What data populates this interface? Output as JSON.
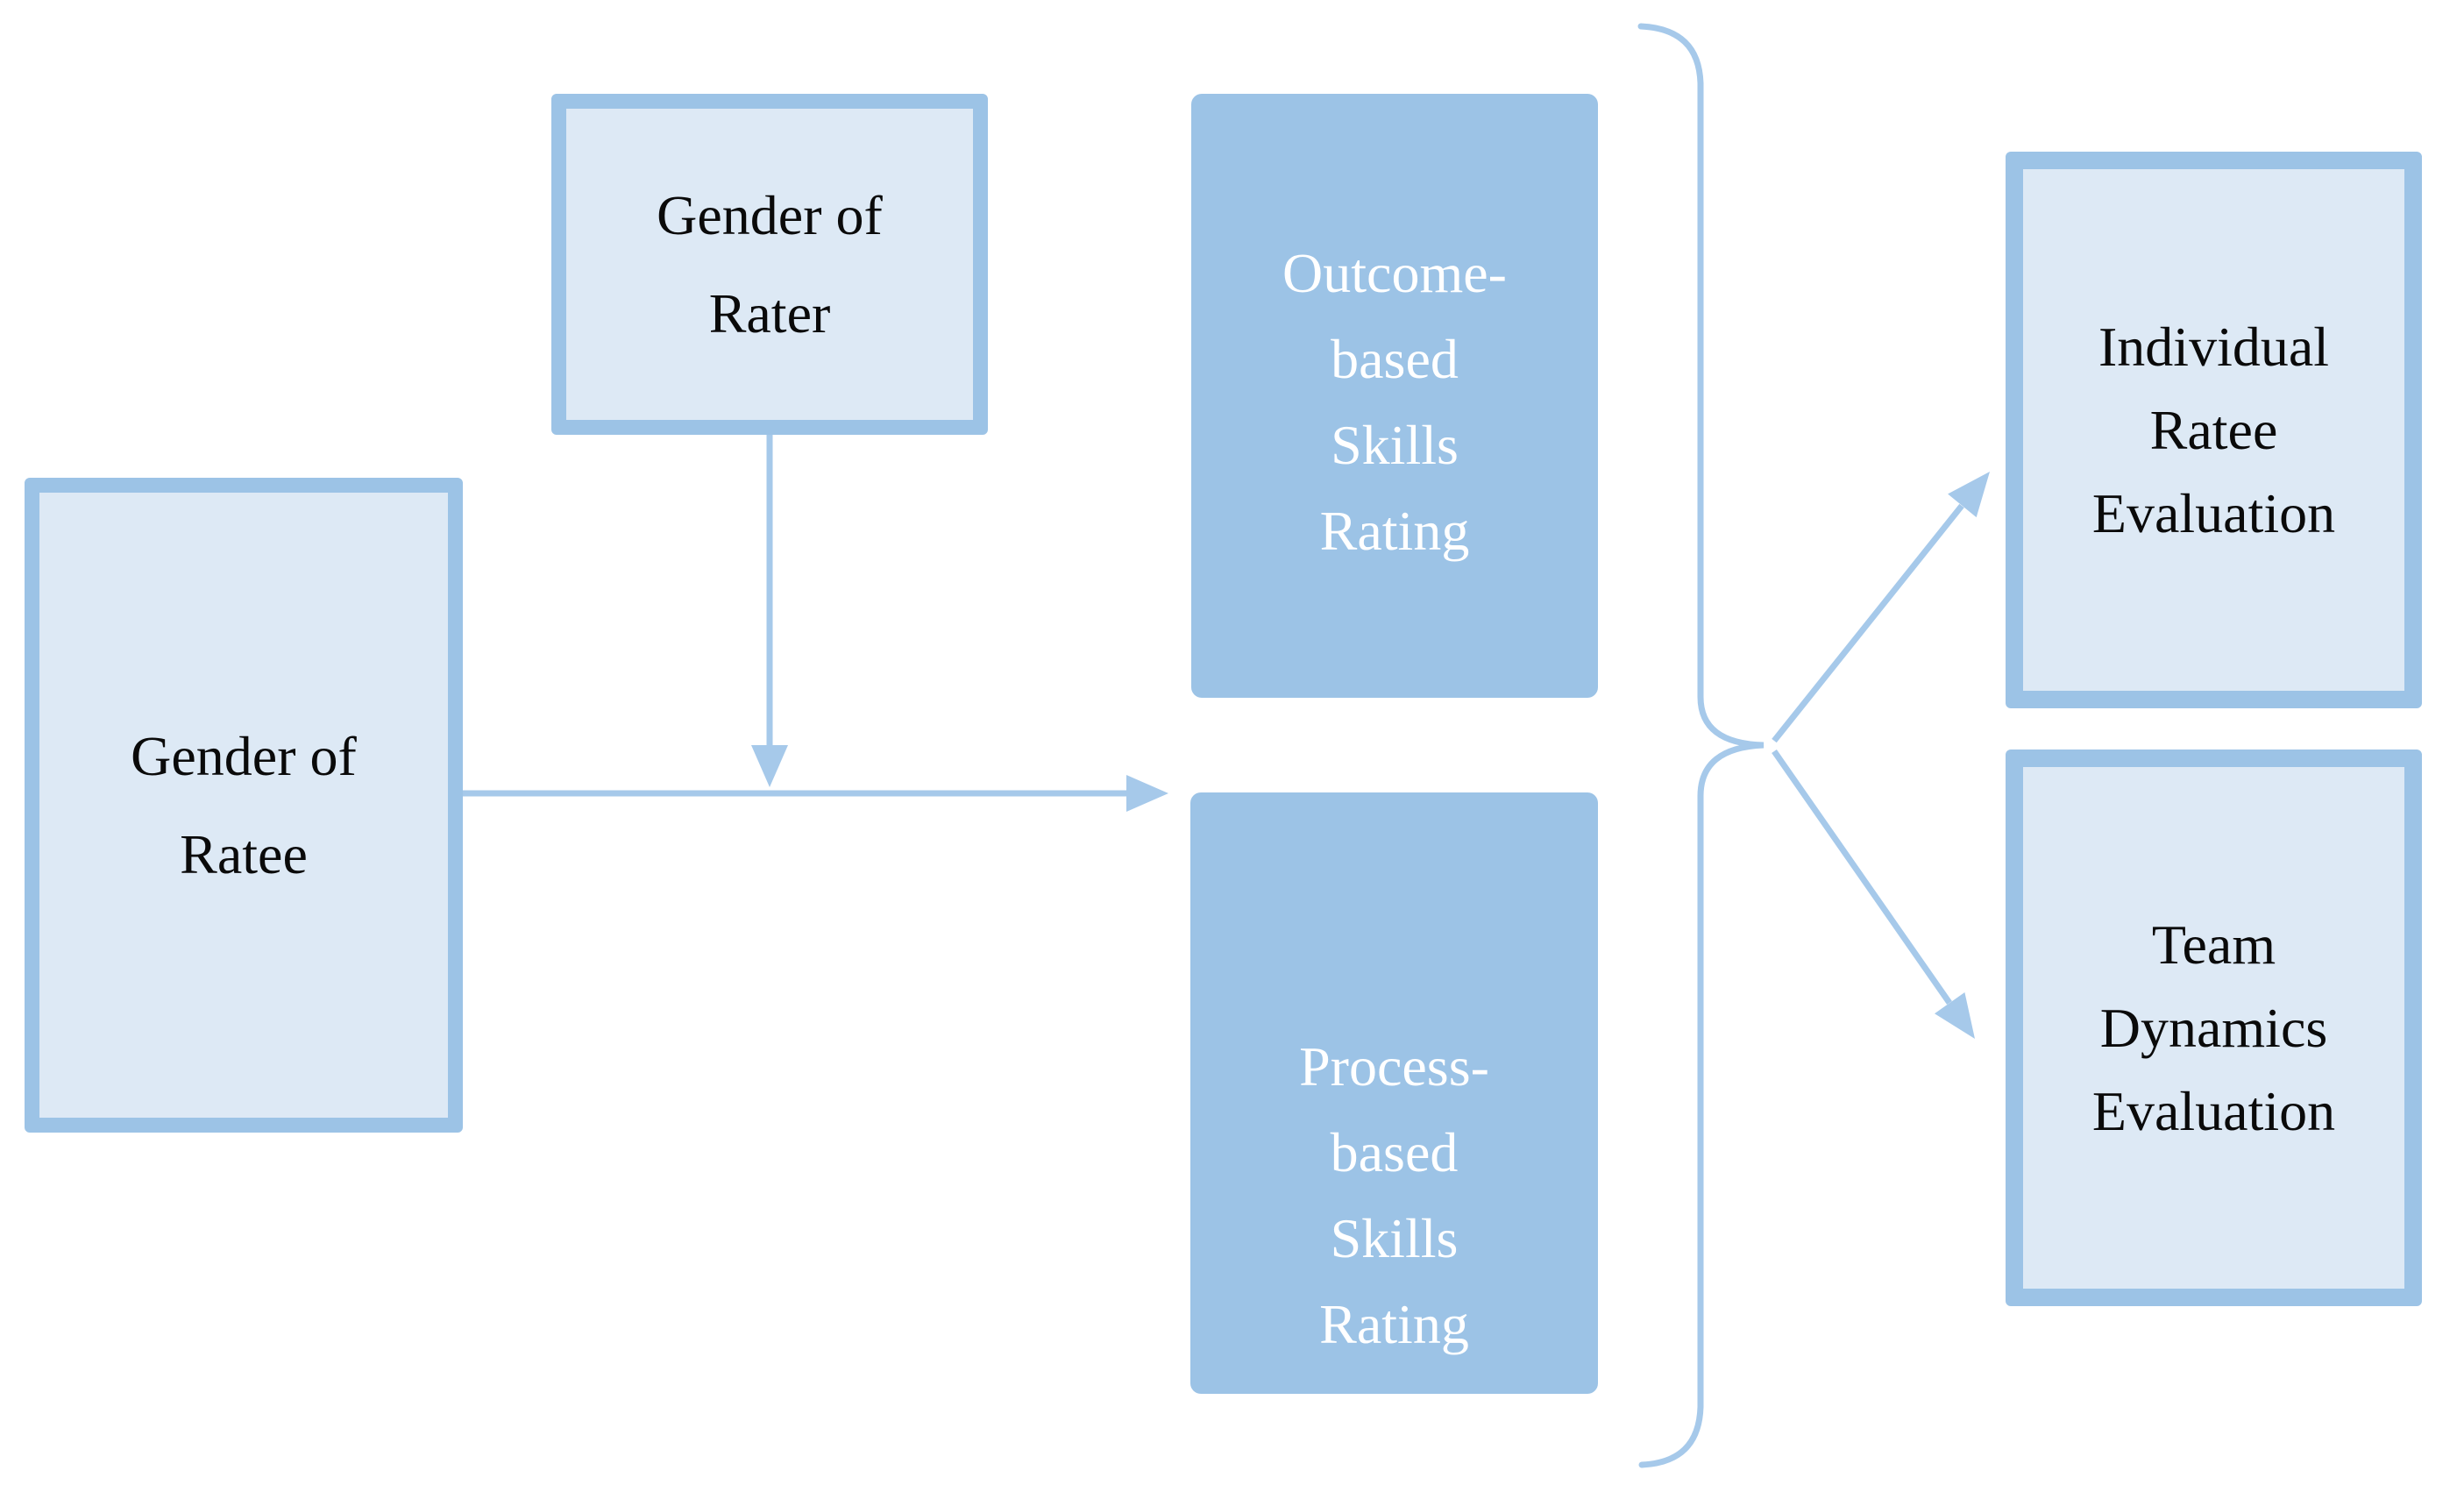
{
  "figure": {
    "type": "moderation-path-diagram",
    "background": "#ffffff",
    "colors": {
      "light_box_fill": "#dde9f5",
      "accent_blue_border_and_dark_fill": "#9cc3e6",
      "connector_blue": "#a6c9ea",
      "dark_text": "#0a0a0a",
      "light_text": "#ffffff"
    }
  },
  "boxes": {
    "gender_rater": {
      "lines": [
        "Gender of",
        "Rater"
      ]
    },
    "gender_ratee": {
      "lines": [
        "Gender of",
        "Ratee"
      ]
    },
    "outcome": {
      "lines": [
        "Outcome-",
        "based",
        "Skills",
        "Rating"
      ]
    },
    "process": {
      "lines": [
        "Process-",
        "based",
        "Skills",
        "Rating"
      ]
    },
    "individual": {
      "lines": [
        "Individual",
        "Ratee",
        "Evaluation"
      ]
    },
    "team": {
      "lines": [
        "Team",
        "Dynamics",
        "Evaluation"
      ]
    }
  },
  "connectors": [
    {
      "id": "rater-moderation-arrow",
      "kind": "arrow-down"
    },
    {
      "id": "ratee-to-ratings-arrow",
      "kind": "arrow-right"
    },
    {
      "id": "ratings-brace",
      "kind": "right-curly-brace"
    },
    {
      "id": "brace-to-individual-arrow",
      "kind": "arrow-up-right"
    },
    {
      "id": "brace-to-team-arrow",
      "kind": "arrow-down-right"
    }
  ]
}
